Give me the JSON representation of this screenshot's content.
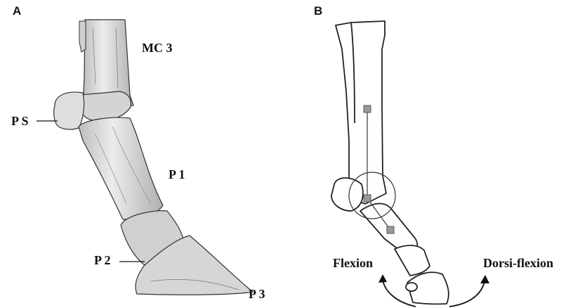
{
  "panels": {
    "a": {
      "letter": "A",
      "labels": {
        "mc3": "MC 3",
        "ps": "P S",
        "p1": "P 1",
        "p2": "P 2",
        "p3": "P 3"
      }
    },
    "b": {
      "letter": "B",
      "labels": {
        "flexion": "Flexion",
        "dorsiflexion": "Dorsi-flexion"
      }
    }
  },
  "colors": {
    "bone_fill": "#d9d9d9",
    "bone_stroke": "#333333",
    "marker": "#9a9a9a",
    "text": "#111111"
  }
}
